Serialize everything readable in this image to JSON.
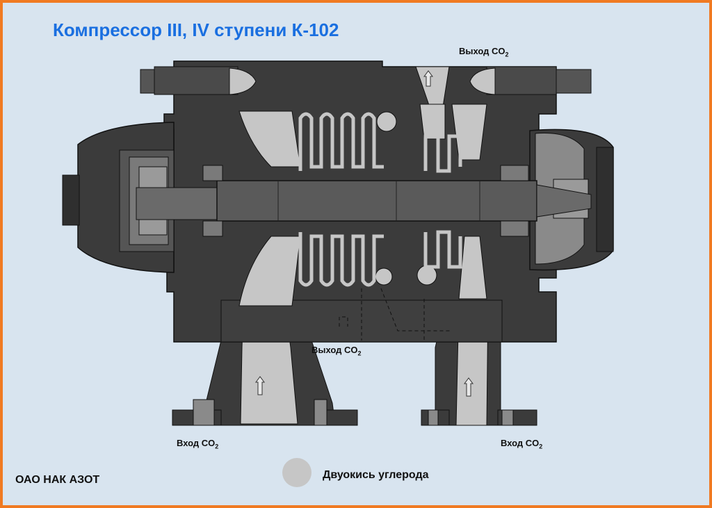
{
  "title": "Компрессор III, IV ступени К-102",
  "labels": {
    "outlet_top": {
      "text": "Выход CO",
      "sub": "2"
    },
    "outlet_bottom": {
      "text": "Выход CO",
      "sub": "2"
    },
    "inlet_left": {
      "text": "Вход CO",
      "sub": "2"
    },
    "inlet_right": {
      "text": "Вход CO",
      "sub": "2"
    }
  },
  "company": "ОАО НАК АЗОТ",
  "legend": {
    "label": "Двуокись углерода",
    "color": "#c6c6c6"
  },
  "colors": {
    "border": "#f07a22",
    "background": "#d8e4ef",
    "title": "#1a6fe0",
    "casing": "#3b3b3b",
    "gas": "#c6c6c6",
    "shaft": "#5a5a5a"
  }
}
